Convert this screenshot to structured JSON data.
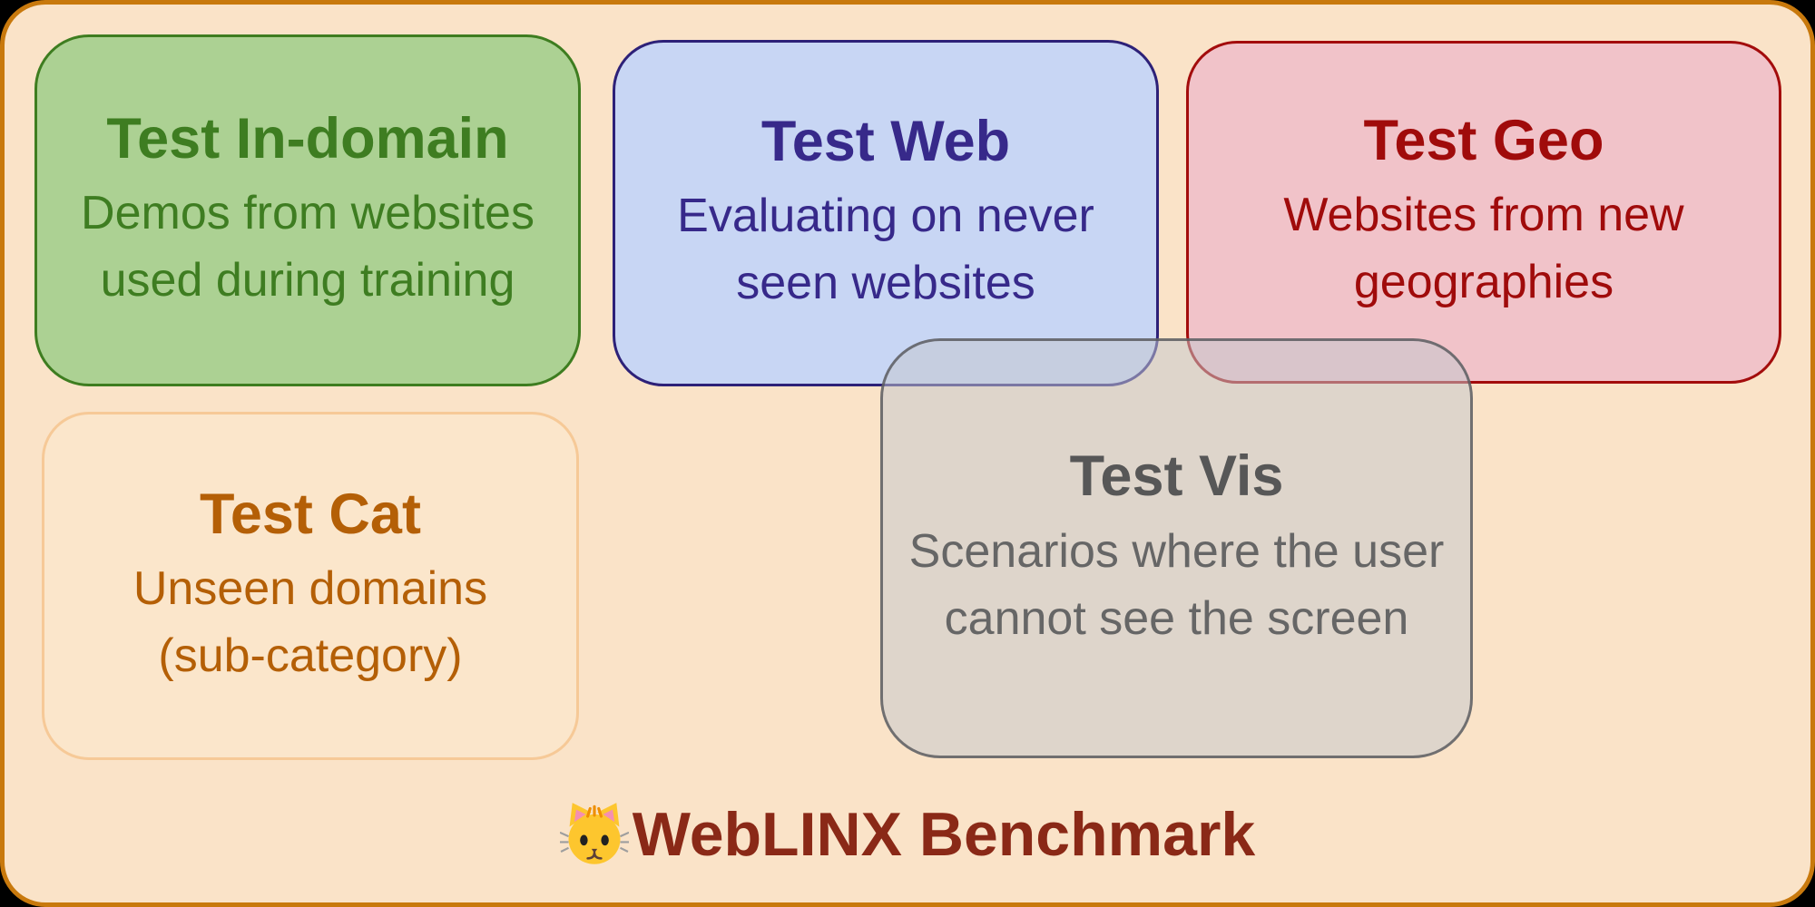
{
  "diagram": {
    "caption": {
      "icon": "cat-face-emoji",
      "emoji": "🐱",
      "text": "WebLINX Benchmark",
      "color": "#8A2917"
    },
    "panel": {
      "background": "#FAE3C8",
      "border_color": "#C8790D",
      "outside_color": "#000000"
    },
    "boxes": [
      {
        "id": "test-in-domain",
        "title": "Test In-domain",
        "lines": [
          "Demos from websites",
          "used during training"
        ],
        "fill": "#ACD193",
        "border": "#3E7D20",
        "text_color": "#3E7D21"
      },
      {
        "id": "test-web",
        "title": "Test Web",
        "lines": [
          "Evaluating on never",
          "seen websites"
        ],
        "fill": "#C8D6F4",
        "border": "#2D2178",
        "text_color": "#37298A"
      },
      {
        "id": "test-geo",
        "title": "Test Geo",
        "lines": [
          "Websites from new",
          "geographies"
        ],
        "fill": "#F1C3C9",
        "border": "#A30C0C",
        "text_color": "#A00B0B"
      },
      {
        "id": "test-cat",
        "title": "Test Cat",
        "lines": [
          "Unseen domains",
          "(sub-category)"
        ],
        "fill": "#FBE6CB",
        "border": "#F6C997",
        "text_color": "#B45F06"
      },
      {
        "id": "test-vis",
        "title": "Test Vis",
        "lines": [
          "Scenarios where the user",
          "cannot see the screen"
        ],
        "fill": "rgba(195,200,205,0.52)",
        "border": "#55555A",
        "text_color": "#666666",
        "overlaps": [
          "test-web",
          "test-geo"
        ]
      }
    ]
  }
}
